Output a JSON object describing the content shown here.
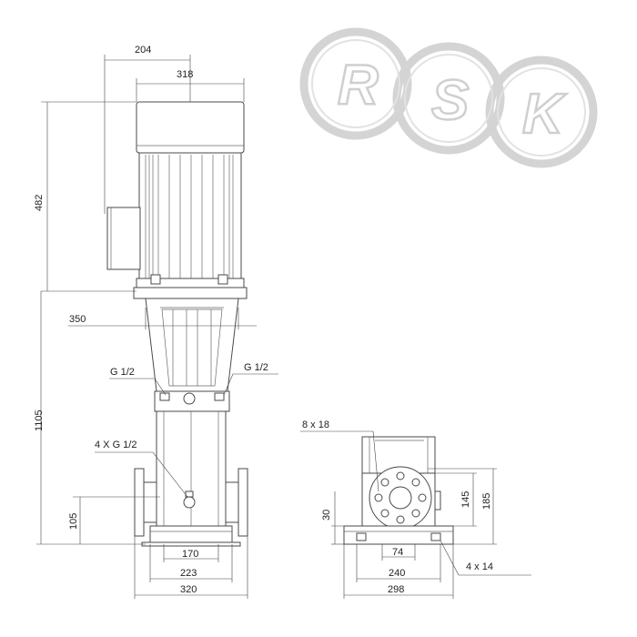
{
  "logo": {
    "letters": [
      "R",
      "S",
      "K"
    ]
  },
  "dims": {
    "d204": "204",
    "d318": "318",
    "d482": "482",
    "d350": "350",
    "d1105": "1105",
    "d105": "105",
    "d170": "170",
    "d223": "223",
    "d320": "320",
    "d30": "30",
    "d145": "145",
    "d185": "185",
    "d74": "74",
    "d240": "240",
    "d298": "298"
  },
  "callouts": {
    "g12_left": "G 1/2",
    "g12_right": "G 1/2",
    "g12_4x": "4 X G 1/2",
    "holes_8x18": "8  x  18",
    "holes_4x14": "4  x  14"
  }
}
